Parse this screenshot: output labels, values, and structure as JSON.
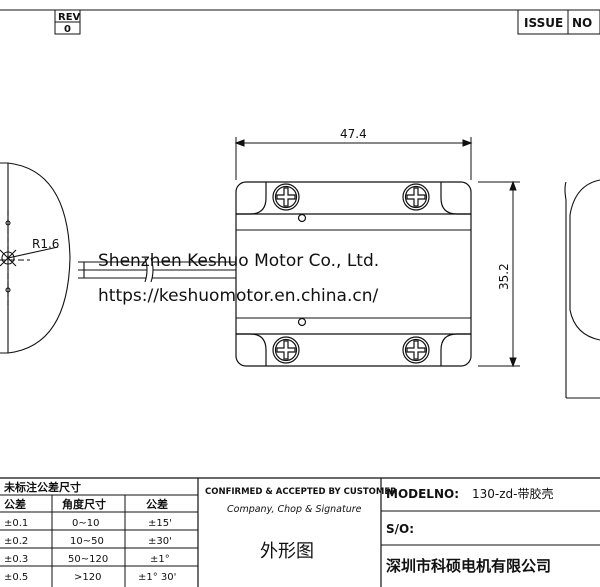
{
  "header": {
    "rev_label": "REV",
    "rev_value": "0",
    "issue_label": "ISSUE",
    "issue_no_label": "NO"
  },
  "dimensions": {
    "width": "47.4",
    "height": "35.2",
    "radius": "R1.6"
  },
  "watermark": {
    "line1": "Shenzhen Keshuo Motor Co., Ltd.",
    "line2": "https://keshuomotor.en.china.cn/"
  },
  "tolerance_table": {
    "title": "未标注公差尺寸",
    "headers": [
      "公差",
      "角度尺寸",
      "公差"
    ],
    "rows": [
      [
        "±0.1",
        "0~10",
        "±15'"
      ],
      [
        "±0.2",
        "10~50",
        "±30'"
      ],
      [
        "±0.3",
        "50~120",
        "±1°"
      ],
      [
        "±0.5",
        ">120",
        "±1° 30'"
      ]
    ]
  },
  "confirmation": {
    "title": "CONFIRMED & ACCEPTED BY CUSTOMER",
    "subtitle": "Company, Chop & Signature",
    "drawing_name": "外形图"
  },
  "model_info": {
    "model_label": "MODELNO:",
    "model_value": "130-zd-带胶壳",
    "so_label": "S/O:",
    "company": "深圳市科硕电机有限公司"
  }
}
